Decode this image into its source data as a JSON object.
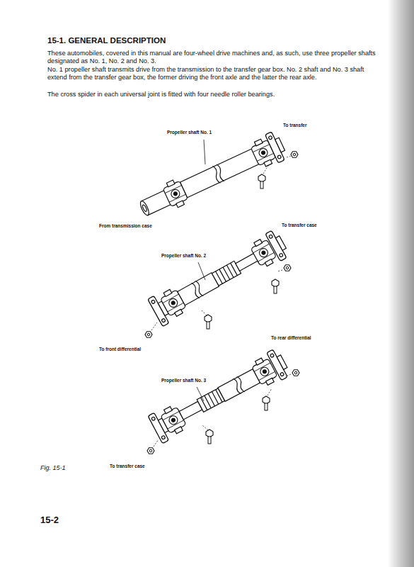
{
  "diagram": {
    "title": "15-1. GENERAL DESCRIPTION",
    "caption": "Fig. 15-1",
    "labels": [
      "These automobiles, covered in this manual are four-wheel drive machines and, as such, use three propeller shafts designated as No. 1, No. 2 and No. 3.",
      "No. 1 propeller shaft transmits drive from the transmission to the transfer gear box. No. 2 shaft and No. 3 shaft extend from the transfer gear box, the former driving the front axle and the latter the rear axle.",
      "The cross spider in each universal joint is fitted with four needle roller bearings.",
      "Propeller shaft No. 1",
      "To transfer",
      "From transmission case",
      "To transfer case",
      "Propeller shaft No. 2",
      "To front differential",
      "To rear differential",
      "Propeller shaft No. 3",
      "To transfer case",
      "15-2"
    ]
  }
}
